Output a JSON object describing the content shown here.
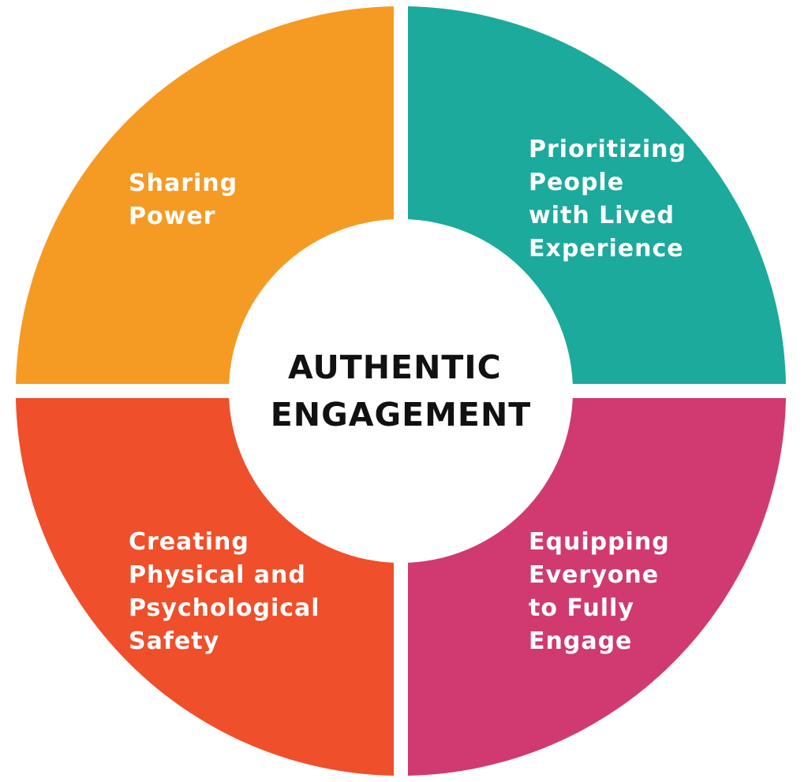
{
  "center": {
    "lines": [
      "AUTHENTIC",
      "ENGAGEMENT"
    ]
  },
  "quadrants": [
    {
      "id": "sharing-power",
      "color": "#F59B23",
      "lines": [
        "Sharing",
        "Power"
      ]
    },
    {
      "id": "prioritizing-people",
      "color": "#1BAA9C",
      "lines": [
        "Prioritizing",
        "People",
        "with Lived",
        "Experience"
      ]
    },
    {
      "id": "creating-safety",
      "color": "#EF4F2A",
      "lines": [
        "Creating",
        "Physical and",
        "Psychological",
        "Safety"
      ]
    },
    {
      "id": "equipping-everyone",
      "color": "#D03A71",
      "lines": [
        "Equipping",
        "Everyone",
        "to Fully",
        "Engage"
      ]
    }
  ]
}
